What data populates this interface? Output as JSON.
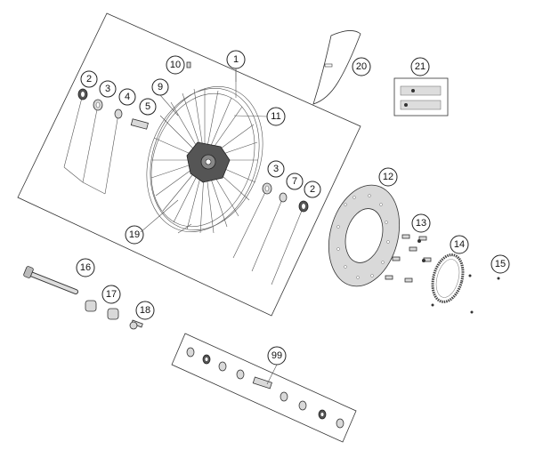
{
  "diagram": {
    "callouts": [
      {
        "id": "callout-1",
        "label": "1"
      },
      {
        "id": "callout-2a",
        "label": "2"
      },
      {
        "id": "callout-2b",
        "label": "2"
      },
      {
        "id": "callout-3a",
        "label": "3"
      },
      {
        "id": "callout-3b",
        "label": "3"
      },
      {
        "id": "callout-4",
        "label": "4"
      },
      {
        "id": "callout-5",
        "label": "5"
      },
      {
        "id": "callout-7",
        "label": "7"
      },
      {
        "id": "callout-9",
        "label": "9"
      },
      {
        "id": "callout-10",
        "label": "10"
      },
      {
        "id": "callout-11",
        "label": "11"
      },
      {
        "id": "callout-12",
        "label": "12"
      },
      {
        "id": "callout-13",
        "label": "13"
      },
      {
        "id": "callout-14",
        "label": "14"
      },
      {
        "id": "callout-15",
        "label": "15"
      },
      {
        "id": "callout-16",
        "label": "16"
      },
      {
        "id": "callout-17",
        "label": "17"
      },
      {
        "id": "callout-18",
        "label": "18"
      },
      {
        "id": "callout-19",
        "label": "19"
      },
      {
        "id": "callout-20",
        "label": "20"
      },
      {
        "id": "callout-21",
        "label": "21"
      },
      {
        "id": "callout-99",
        "label": "99"
      }
    ]
  }
}
